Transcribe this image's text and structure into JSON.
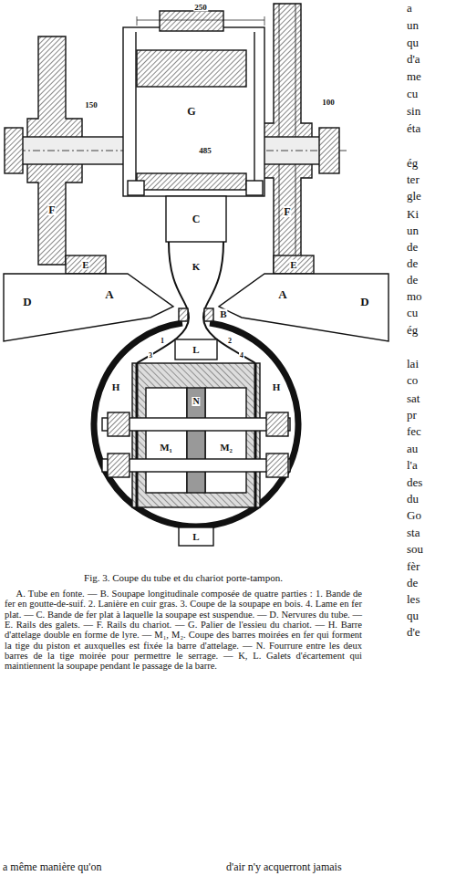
{
  "diagram": {
    "caption": "Fig. 3. Coupe du tube et du chariot porte-tampon.",
    "labels": [
      "250",
      "150",
      "100",
      "G",
      "485",
      "F",
      "F",
      "C",
      "E",
      "E",
      "K",
      "D",
      "A",
      "B",
      "A",
      "D",
      "1",
      "2",
      "L",
      "3",
      "4",
      "H",
      "N",
      "H",
      "M₁",
      "M₂",
      "L",
      "A. Tube en fonte. — B. Soupape longitudinale composée de quatre parties : 1. Bande de fer en goutte-de-suif. 2. Lanière en cuir gras. 3. Coupe de la soupape en bois. 4. Lame en fer plat. — C. Bande de fer plat à laquelle la soupape est suspendue. — D. Nervures du tube. — E. Rails des galets. — F. Rails du chariot. — G. Palier de l'essieu du chariot. — H. Barre d'attelage double en forme de lyre. — M₁, M₂. Coupe des barres moirées en fer qui forment la tige du piston et auxquelles est fixée la barre d'attelage. — N. Fourrure entre les deux barres de la tige moirée pour permettre le serrage. — K, L. Galets d'écartement qui maintiennent la soupape pendant le passage de la barre.",
      "a",
      "un",
      "qu",
      "d'a",
      "me",
      "cu",
      "sin",
      "éta",
      "ég",
      "ter",
      "gle",
      "Ki",
      "un",
      "de",
      "de",
      "de",
      "mo",
      "cu",
      "ég",
      "lai",
      "co",
      "sat",
      "pr",
      "fec",
      "au",
      "l'a",
      "des",
      "du",
      "Go",
      "sta",
      "sou",
      "fèr",
      "de",
      "les",
      "qu",
      "d'e",
      "a même manière qu'on",
      "d'air n'y acquerront jamais"
    ]
  }
}
